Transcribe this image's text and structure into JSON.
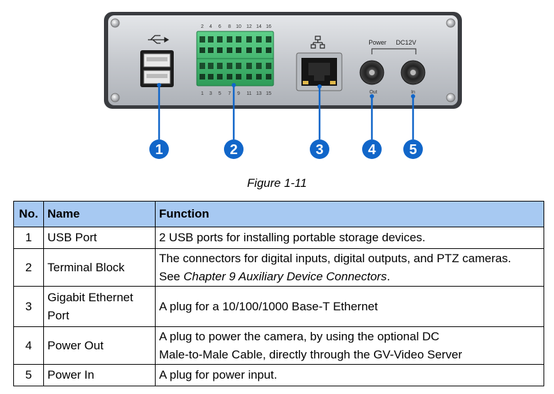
{
  "figure": {
    "panel": {
      "usb_symbol": "usb-trident-icon",
      "terminal_top_labels": [
        "2",
        "4",
        "6",
        "8",
        "10",
        "12",
        "14",
        "16"
      ],
      "terminal_bottom_labels": [
        "1",
        "3",
        "5",
        "7",
        "9",
        "11",
        "13",
        "15"
      ],
      "lan_symbol": "network-icon",
      "power_label": "Power",
      "dc_label": "DC12V",
      "out_label": "Out",
      "in_label": "In"
    },
    "callouts": [
      "1",
      "2",
      "3",
      "4",
      "5"
    ],
    "caption": "Figure 1-11"
  },
  "table": {
    "headers": {
      "no": "No.",
      "name": "Name",
      "function": "Function"
    },
    "rows": [
      {
        "no": "1",
        "name": "USB Port",
        "function": "2 USB ports for installing portable storage devices."
      },
      {
        "no": "2",
        "name": "Terminal Block",
        "function_line1": "The connectors for digital inputs, digital outputs, and PTZ cameras.",
        "function_line2_prefix": "See ",
        "function_line2_ref": "Chapter 9 Auxiliary Device Connectors",
        "function_line2_suffix": "."
      },
      {
        "no": "3",
        "name_line1": "Gigabit Ethernet",
        "name_line2": "Port",
        "function": "A plug for a 10/100/1000 Base-T Ethernet"
      },
      {
        "no": "4",
        "name": "Power Out",
        "function_line1": "A plug to power the camera, by using the optional DC",
        "function_line2": "Male-to-Male Cable, directly through the GV-Video Server"
      },
      {
        "no": "5",
        "name": "Power In",
        "function": "A plug for power input."
      }
    ]
  },
  "colors": {
    "header_bg": "#a7c9f2",
    "callout_blue": "#1166c9",
    "terminal_green": "#39b56a",
    "panel_silver": "#c4c7cc"
  }
}
